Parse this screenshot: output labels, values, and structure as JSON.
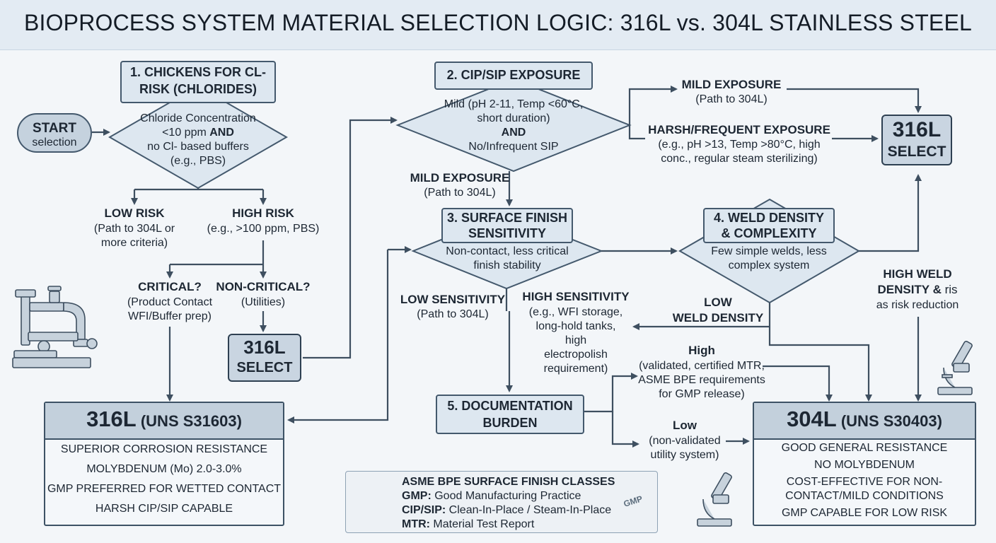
{
  "title": "BIOPROCESS SYSTEM MATERIAL SELECTION LOGIC: 316L vs. 304L STAINLESS STEEL",
  "start": {
    "line1": "START",
    "line2": "selection"
  },
  "step1": {
    "title1": "1. CHICKENS FOR CL-",
    "title2": "RISK (CHLORIDES)",
    "d1": "Chloride Concentration",
    "d2a": "<10 ppm ",
    "d2b": "AND",
    "d3": "no Cl- based buffers",
    "d4": "(e.g., PBS)"
  },
  "low_risk": {
    "title": "LOW RISK",
    "l1": "(Path to 304L or",
    "l2": "more criteria)"
  },
  "high_risk": {
    "title": "HIGH RISK",
    "l1": "(e.g., >100 ppm, PBS)"
  },
  "critical": {
    "title": "CRITICAL?",
    "l1": "(Product Contact",
    "l2": "WFI/Buffer prep)"
  },
  "noncritical": {
    "title": "NON-CRITICAL?",
    "l1": "(Utilities)"
  },
  "select_mid": {
    "l1": "316L",
    "l2": "SELECT"
  },
  "card_316": {
    "title_main": "316L",
    "title_sub": " (UNS S31603)",
    "items": [
      "SUPERIOR CORROSION RESISTANCE",
      "MOLYBDENUM (Mo) 2.0-3.0%",
      "GMP PREFERRED FOR WETTED CONTACT",
      "HARSH CIP/SIP CAPABLE"
    ]
  },
  "step2": {
    "title": "2. CIP/SIP EXPOSURE",
    "d1": "Mild (pH 2-11, Temp <60°C,",
    "d2": "short duration)",
    "d3": "AND",
    "d4": "No/Infrequent SIP"
  },
  "mild_top": {
    "title": "MILD EXPOSURE",
    "l1": "(Path to 304L)"
  },
  "harsh": {
    "title": "HARSH/FREQUENT EXPOSURE",
    "l1": "(e.g., pH >13, Temp >80°C, high",
    "l2": "conc., regular steam sterilizing)"
  },
  "select_top": {
    "l1": "316L",
    "l2": "SELECT"
  },
  "mild_mid": {
    "title": "MILD EXPOSURE",
    "l1": "(Path to 304L)"
  },
  "step3": {
    "title1": "3. SURFACE FINISH",
    "title2": "SENSITIVITY",
    "d1": "Non-contact, less critical",
    "d2": "finish stability"
  },
  "low_sens": {
    "title": "LOW SENSITIVITY",
    "l1": "(Path to 304L)"
  },
  "high_sens": {
    "title": "HIGH SENSITIVITY",
    "l1": "(e.g., WFI storage,",
    "l2": "long-hold tanks,",
    "l3": "high",
    "l4": "electropolish",
    "l5": "requirement)"
  },
  "step4": {
    "title1": "4. WELD DENSITY",
    "title2": "& COMPLEXITY",
    "d1": "Few simple welds, less",
    "d2": "complex system"
  },
  "low_weld": {
    "l1": "LOW",
    "l2": "WELD DENSITY"
  },
  "high_weld": {
    "l1": "HIGH WELD",
    "l2a": "DENSITY & ",
    "l2b": "ris",
    "l3": "as risk reduction"
  },
  "step5": {
    "l1": "5. DOCUMENTATION",
    "l2": "BURDEN"
  },
  "doc_high": {
    "title": "High",
    "l1": "(validated, certified MTR,",
    "l2": "ASME BPE requirements",
    "l3": "for GMP release)"
  },
  "doc_low": {
    "title": "Low",
    "l1": "(non-validated",
    "l2": "utility system)"
  },
  "card_304": {
    "title_main": "304L",
    "title_sub": " (UNS S30403)",
    "items": [
      "GOOD GENERAL RESISTANCE",
      "NO MOLYBDENUM",
      "COST-EFFECTIVE FOR NON-",
      "CONTACT/MILD CONDITIONS",
      "GMP CAPABLE FOR LOW RISK"
    ]
  },
  "legend": {
    "title": "ASME BPE SURFACE FINISH CLASSES",
    "r1k": "GMP:",
    "r1v": " Good Manufacturing Practice",
    "r2k": "CIP/SIP:",
    "r2v": " Clean-In-Place / Steam-In-Place",
    "r3k": "MTR:",
    "r3v": " Material Test Report",
    "stamp": "GMP"
  },
  "colors": {
    "line": "#3e4f60",
    "box": "#dde7f0",
    "select": "#c9d5e1",
    "header": "#e3ebf3"
  }
}
